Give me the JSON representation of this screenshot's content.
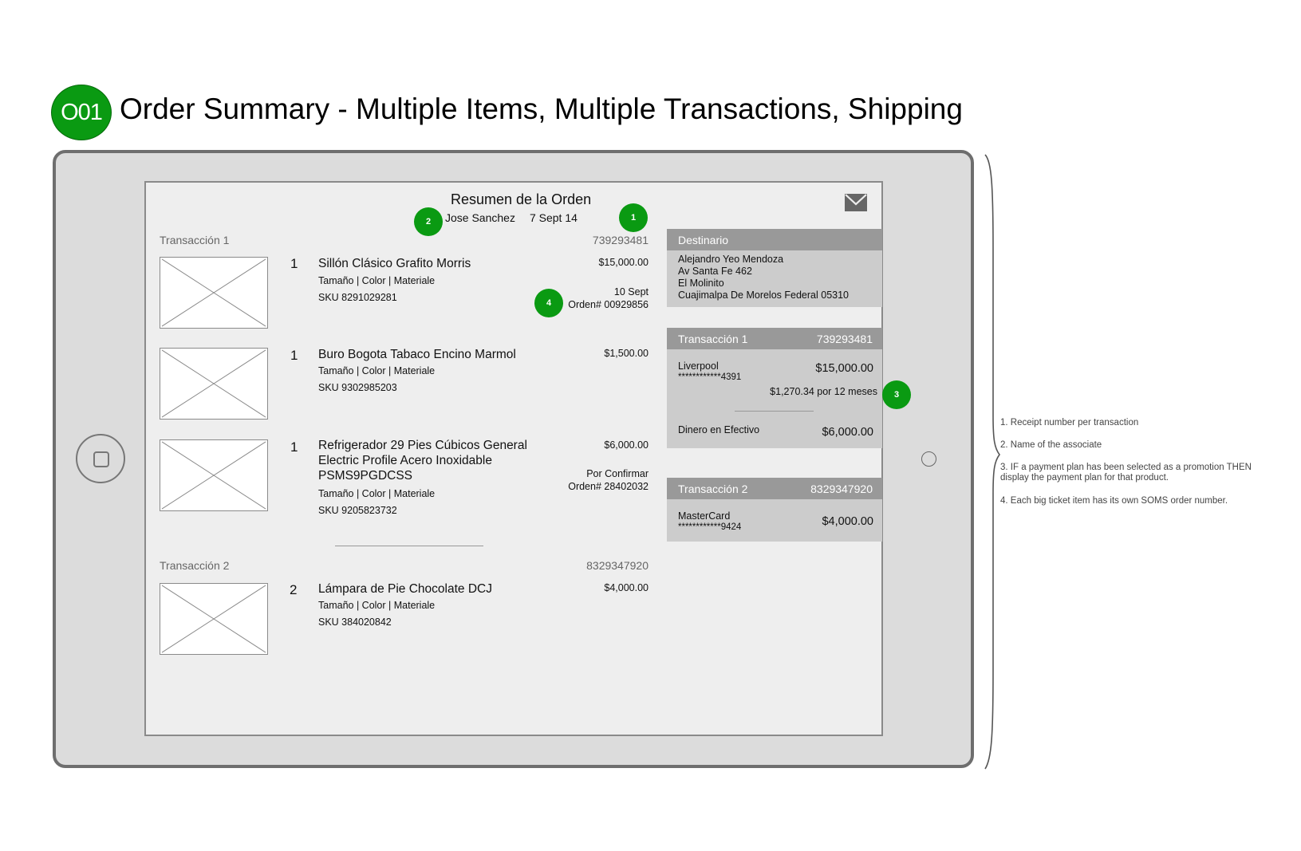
{
  "title": {
    "badge": "O01",
    "text": "Order Summary - Multiple Items, Multiple Transactions, Shipping"
  },
  "header": {
    "title": "Resumen de la Orden",
    "associate": "Jose Sanchez",
    "date": "7 Sept 14"
  },
  "callouts": [
    "1",
    "2",
    "3",
    "4"
  ],
  "transactions": [
    {
      "label": "Transacción 1",
      "number": "739293481",
      "items": [
        {
          "qty": "1",
          "name": "Sillón Clásico Grafito Morris",
          "attrs": "Tamaño | Color | Materiale",
          "sku": "SKU 8291029281",
          "price": "$15,000.00",
          "meta_line1": "10 Sept",
          "meta_line2": "Orden# 00929856"
        },
        {
          "qty": "1",
          "name": "Buro Bogota Tabaco Encino Marmol",
          "attrs": "Tamaño | Color | Materiale",
          "sku": "SKU 9302985203",
          "price": "$1,500.00"
        },
        {
          "qty": "1",
          "name_lines": [
            "Refrigerador 29 Pies Cúbicos General",
            "Electric Profile Acero Inoxidable",
            "PSMS9PGDCSS"
          ],
          "attrs": "Tamaño | Color | Materiale",
          "sku": "SKU 9205823732",
          "price": "$6,000.00",
          "meta_line1": "Por Confirmar",
          "meta_line2": "Orden# 28402032"
        }
      ]
    },
    {
      "label": "Transacción 2",
      "number": "8329347920",
      "items": [
        {
          "qty": "2",
          "name": "Lámpara de Pie Chocolate DCJ",
          "attrs": "Tamaño | Color | Materiale",
          "sku": "SKU 384020842",
          "price": "$4,000.00"
        }
      ]
    }
  ],
  "destination": {
    "header": "Destinario",
    "lines": [
      "Alejandro Yeo Mendoza",
      "Av Santa Fe 462",
      "El Molinito",
      "Cuajimalpa De Morelos Federal 05310"
    ]
  },
  "payments": [
    {
      "header": "Transacción 1",
      "number": "739293481",
      "methods": [
        {
          "name": "Liverpool",
          "mask": "************4391",
          "amount": "$15,000.00",
          "plan": "$1,270.34 por 12 meses"
        },
        {
          "name": "Dinero en Efectivo",
          "amount": "$6,000.00"
        }
      ]
    },
    {
      "header": "Transacción 2",
      "number": "8329347920",
      "methods": [
        {
          "name": "MasterCard",
          "mask": "************9424",
          "amount": "$4,000.00"
        }
      ]
    }
  ],
  "notes": [
    "1. Receipt number per transaction",
    "2. Name of the associate",
    "3. IF a payment plan has been selected as a promotion THEN display the payment plan for that product.",
    "4. Each big ticket item has its own SOMS order number."
  ],
  "colors": {
    "accent_green": "#0a9a12",
    "panel_header": "#999999",
    "panel_body": "#cccccc",
    "screen_bg": "#eeeeee",
    "device_bg": "#dcdcdc"
  }
}
